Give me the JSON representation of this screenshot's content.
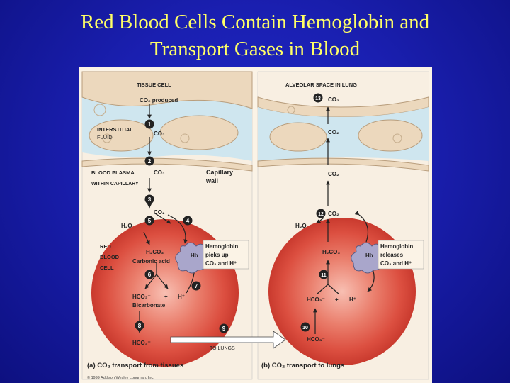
{
  "slide": {
    "title_line1": "Red Blood Cells Contain Hemoglobin and",
    "title_line2": "Transport Gases in Blood"
  },
  "colors": {
    "background": "#1a1fb0",
    "title": "#ffff66",
    "figure_bg": "#fbf3e6",
    "tissue": "#e9d3b8",
    "fluid": "#c7e2ef",
    "rbc": "#e25a4c",
    "hb": "#a8a5c8",
    "step": "#222222"
  },
  "panel_a": {
    "tissue_cell": "TISSUE CELL",
    "co2_produced": "CO₂ produced",
    "interstitial_line1": "INTERSTITIAL",
    "interstitial_line2": "FLUID",
    "blood_plasma": "BLOOD PLASMA",
    "within_capillary": "WITHIN CAPILLARY",
    "capillary_wall_line1": "Capillary",
    "capillary_wall_line2": "wall",
    "co2_a": "CO₂",
    "co2_b": "CO₂",
    "co2_c": "CO₂",
    "h2o": "H₂O",
    "rbc_line1": "RED",
    "rbc_line2": "BLOOD",
    "rbc_line3": "CELL",
    "h2co3": "H₂CO₃",
    "carbonic_acid": "Carbonic acid",
    "hb": "Hb",
    "hb_note_line1": "Hemoglobin",
    "hb_note_line2": "picks up",
    "hb_note_line3": "CO₂ and H⁺",
    "hco3": "HCO₃⁻",
    "plus": "+",
    "hplus": "H⁺",
    "bicarbonate": "Bicarbonate",
    "hco3_out": "HCO₃⁻",
    "to_lungs": "TO LUNGS",
    "caption": "(a) CO₂ transport from tissues",
    "copyright": "© 1999 Addison Wesley Longman, Inc."
  },
  "panel_b": {
    "alveolar_space": "ALVEOLAR SPACE IN LUNG",
    "co2_top": "CO₂",
    "co2_mid": "CO₂",
    "co2_plasma": "CO₂",
    "co2_rbc": "CO₂",
    "h2o": "H₂O",
    "h2co3": "H₂CO₃",
    "hb": "Hb",
    "hb_note_line1": "Hemoglobin",
    "hb_note_line2": "releases",
    "hb_note_line3": "CO₂ and H⁺",
    "hco3": "HCO₃⁻",
    "plus": "+",
    "hplus": "H⁺",
    "hco3_in": "HCO₃⁻",
    "caption": "(b) CO₂ transport to lungs"
  },
  "steps": [
    "1",
    "2",
    "3",
    "4",
    "5",
    "6",
    "7",
    "8",
    "9",
    "10",
    "11",
    "12",
    "13"
  ]
}
